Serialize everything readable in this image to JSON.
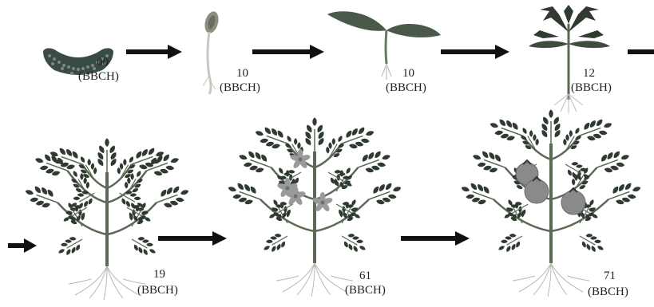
{
  "stages": [
    {
      "code": "00",
      "unit": "(BBCH)",
      "icon": "seed-icon"
    },
    {
      "code": "10",
      "unit": "(BBCH)",
      "icon": "germinating-seed-icon"
    },
    {
      "code": "10",
      "unit": "(BBCH)",
      "icon": "cotyledon-seedling-icon"
    },
    {
      "code": "12",
      "unit": "(BBCH)",
      "icon": "true-leaves-seedling-icon"
    },
    {
      "code": "19",
      "unit": "(BBCH)",
      "icon": "vegetative-plant-icon"
    },
    {
      "code": "61",
      "unit": "(BBCH)",
      "icon": "flowering-plant-icon"
    },
    {
      "code": "71",
      "unit": "(BBCH)",
      "icon": "fruiting-plant-icon"
    }
  ],
  "colors": {
    "arrow": "#111111",
    "leaf": "#4a5a4a",
    "leaf_dark": "#2f3a30",
    "stem": "#5b6a55",
    "root": "#b8b8b8",
    "flower": "#9a9a9a",
    "fruit": "#8a8a8a",
    "seed": "#3a4a44"
  }
}
